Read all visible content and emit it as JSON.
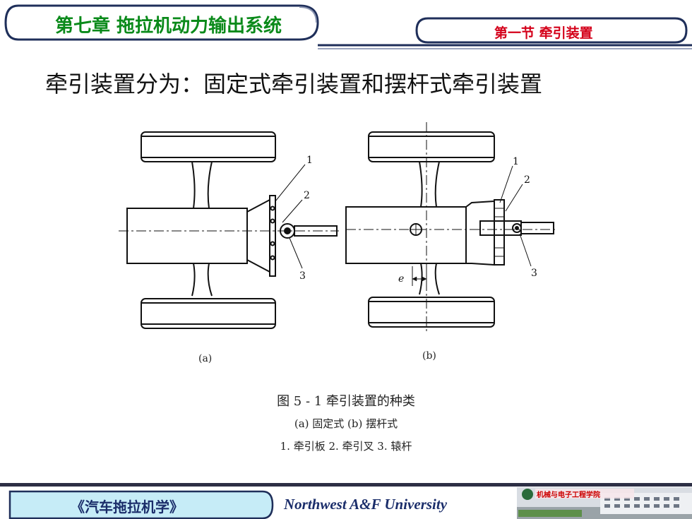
{
  "header": {
    "chapter_title": "第七章 拖拉机动力输出系统",
    "section_title": "第一节  牵引装置"
  },
  "main": {
    "heading": "牵引装置分为：固定式牵引装置和摆杆式牵引装置"
  },
  "figure": {
    "label_a": "(a)",
    "label_b": "(b)",
    "callouts_a": [
      "1",
      "2",
      "3"
    ],
    "callouts_b": [
      "1",
      "2",
      "3"
    ],
    "offset_label": "e",
    "caption_title": "图 5 - 1   牵引装置的种类",
    "caption_types": "(a) 固定式  (b) 摆杆式",
    "caption_parts": "1. 牵引板   2. 牵引叉   3. 辕杆"
  },
  "footer": {
    "book_title": "《汽车拖拉机学》",
    "university": "Northwest  A&F  University",
    "logo_text": "机械与电子工程学院"
  },
  "colors": {
    "chapter_text": "#0a8a1a",
    "section_text": "#d4001a",
    "footer_text": "#1a2d6a"
  }
}
